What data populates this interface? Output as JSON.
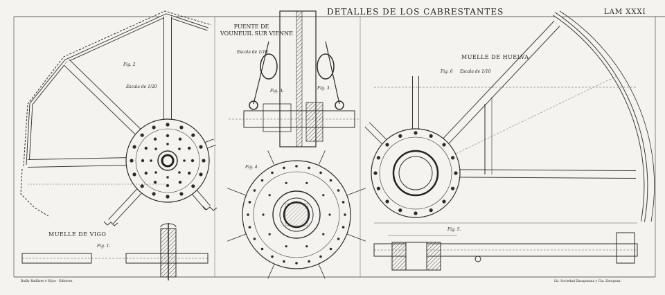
{
  "plate": {
    "title": "DETALLES DE LOS CABRESTANTES",
    "plate_number": "LAM XXXI"
  },
  "sections": {
    "vigo": "MUELLE DE VIGO",
    "huelva": "MUELLE DE HUELVA",
    "puente_line1": "PUENTE DE",
    "puente_line2": "VOUNEUIL SUR VIENNE"
  },
  "scales": {
    "fig2": "Escala de 1/20",
    "figA": "Escala de 1/10",
    "fig6": "Escala de 1/10"
  },
  "figures": {
    "fig1": "Fig. 1.",
    "fig2": "Fig. 2",
    "fig3": "Fig. 3.",
    "fig4": "Fig. 4.",
    "fig5": "Fig. 5.",
    "fig6": "Fig. 6",
    "figA": "Fig. A."
  },
  "credits": {
    "left": "Bailly Bailliere é Hijos · Editores.",
    "right": "Lit. Sociedad Zaragozana y Cia. Zaragoza."
  },
  "ink_color": "#2b2b2b",
  "paper_color": "#f4f3ef"
}
